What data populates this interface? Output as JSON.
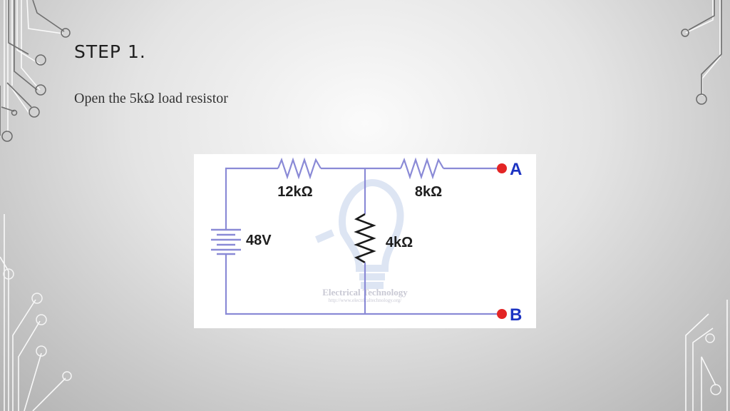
{
  "slide": {
    "title": "STEP 1.",
    "body": "Open the 5kΩ load resistor"
  },
  "circuit": {
    "resistors": [
      {
        "id": "r1",
        "label": "12kΩ"
      },
      {
        "id": "r2",
        "label": "8kΩ"
      },
      {
        "id": "r3",
        "label": "4kΩ"
      }
    ],
    "source": {
      "label": "48V"
    },
    "terminals": {
      "a": "A",
      "b": "B"
    },
    "watermark": {
      "line1": "Electrical Technology",
      "line2": "http://www.electricaltechnology.org/"
    }
  },
  "colors": {
    "wire": "#8a8ad6",
    "terminal_dot": "#e32525",
    "terminal_label": "#1c33c2",
    "deco_line": "#7c7c7c"
  }
}
